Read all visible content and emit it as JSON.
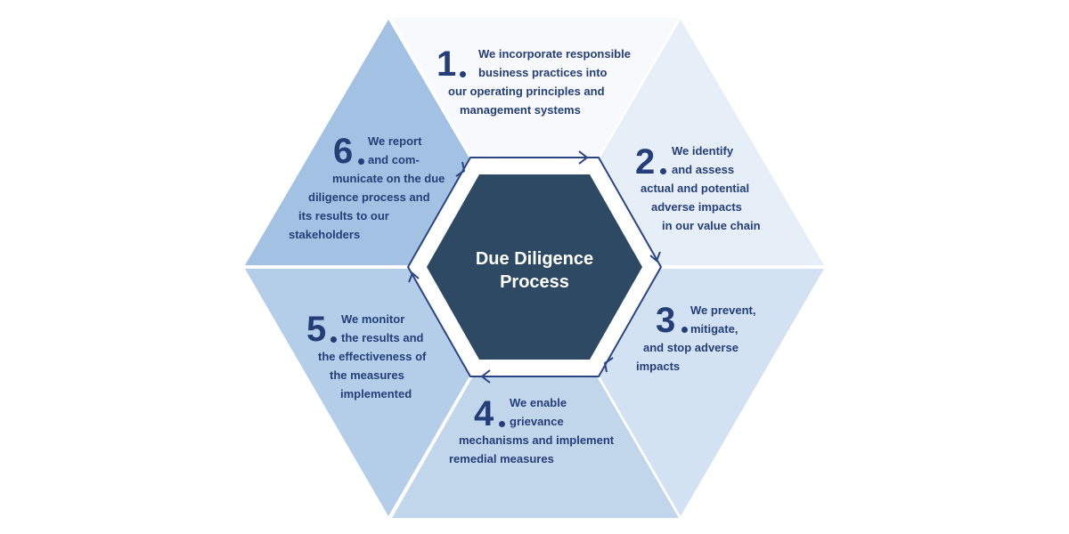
{
  "center": {
    "line1": "Due Diligence",
    "line2": "Process"
  },
  "colors": {
    "segment_1": "#f7f9fc",
    "segment_2": "#e6eef8",
    "segment_3": "#d3e2f2",
    "segment_4": "#c2d6eb",
    "segment_5": "#b4cde8",
    "segment_6": "#a3c2e3",
    "center_fill": "#2e4964",
    "text": "#243e79",
    "cycle_stroke": "#2b4584"
  },
  "steps": [
    {
      "number": "1",
      "lines": [
        "We incorporate responsible",
        "business practices into",
        "our operating principles and",
        "management systems"
      ]
    },
    {
      "number": "2",
      "lines": [
        "We identify",
        "and assess",
        "actual and potential",
        "adverse impacts",
        "in our value chain"
      ]
    },
    {
      "number": "3",
      "lines": [
        "We prevent,",
        "mitigate,",
        "and stop adverse",
        "impacts"
      ]
    },
    {
      "number": "4",
      "lines": [
        "We enable",
        "grievance",
        "mechanisms and implement",
        "remedial measures"
      ]
    },
    {
      "number": "5",
      "lines": [
        "We monitor",
        "the results and",
        "the effectiveness of",
        "the measures",
        "implemented"
      ]
    },
    {
      "number": "6",
      "lines": [
        "We report",
        "and com-",
        "municate on the due",
        "diligence process and",
        "its results to our",
        "stakeholders"
      ]
    }
  ]
}
